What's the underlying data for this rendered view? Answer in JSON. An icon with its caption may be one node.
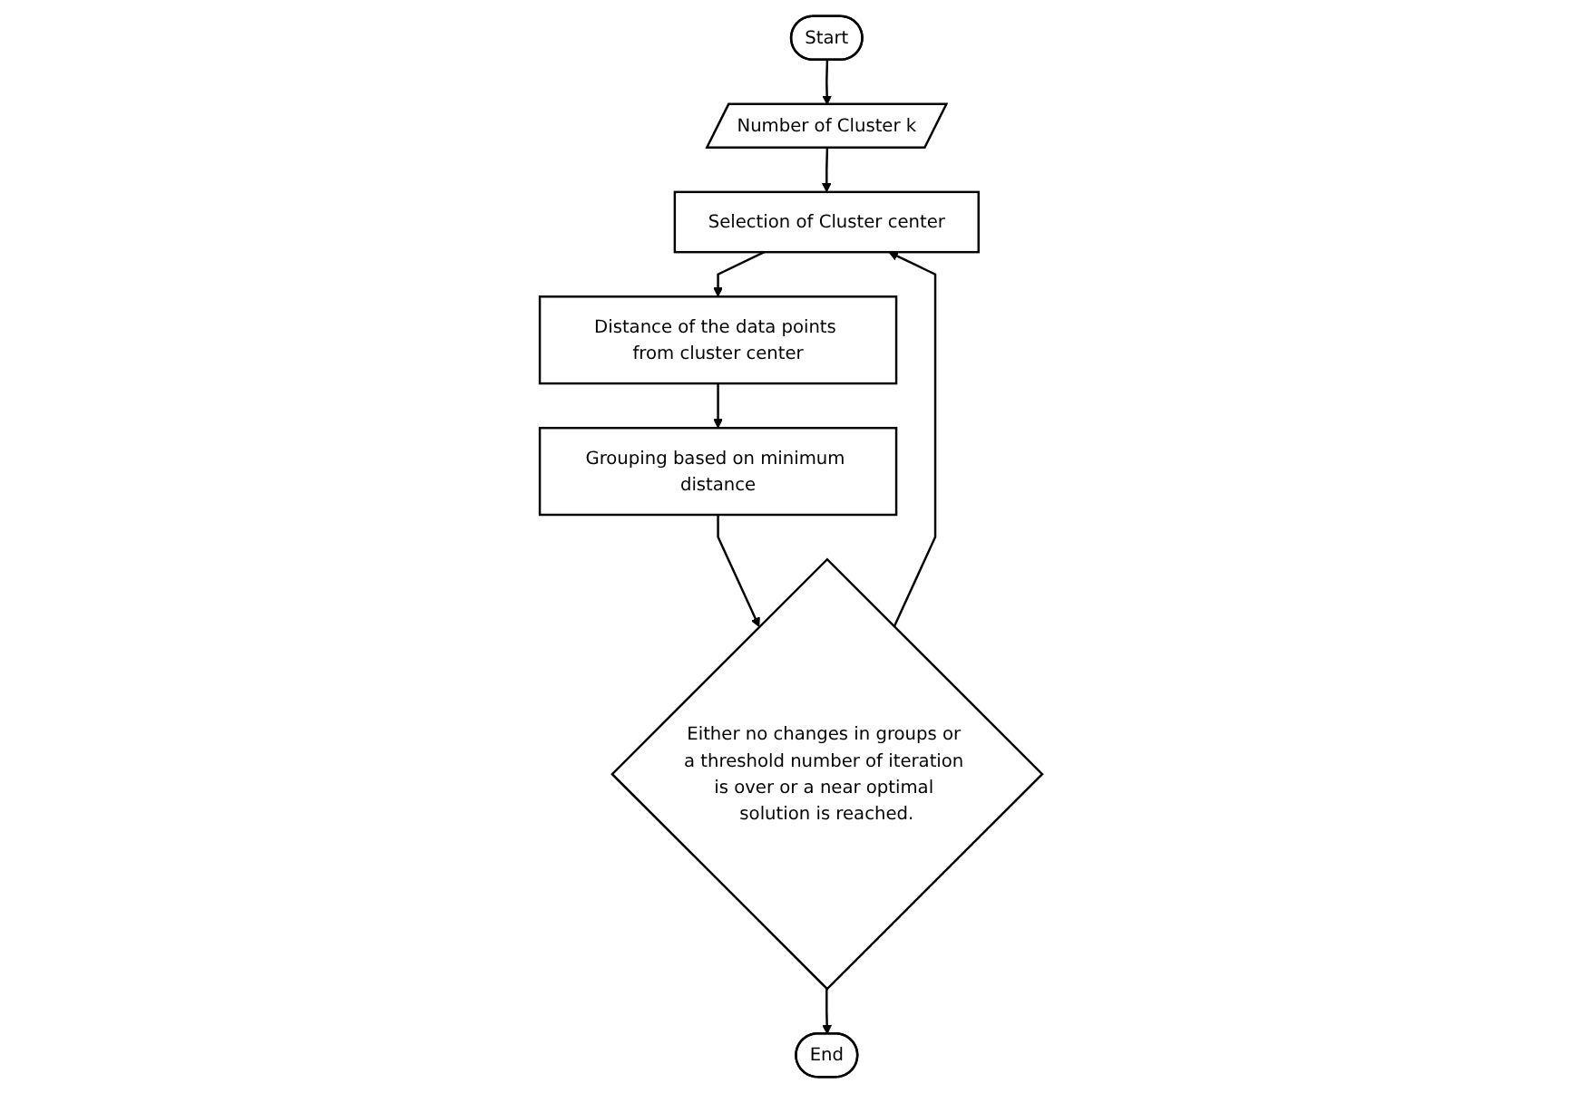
{
  "diagram": {
    "nodes": [
      {
        "text": [
          "Start"
        ]
      },
      {
        "text": [
          "Number of Cluster k"
        ]
      },
      {
        "text": [
          "Selection of Cluster center"
        ]
      },
      {
        "text": [
          "Distance of the data points from cluster center"
        ]
      },
      {
        "text": [
          "Grouping based on minimum distance"
        ]
      },
      {
        "text": [
          "Either no changes in groups or a threshold number of iteration is over or a near optimal solution is reached."
        ]
      },
      {
        "text": [
          "End"
        ]
      }
    ],
    "edges": [
      {
        "from": 0,
        "to": 1,
        "arrow": "to"
      },
      {
        "from": 1,
        "to": 2,
        "arrow": "to"
      },
      {
        "from": 2,
        "to": 3,
        "arrow": "to"
      },
      {
        "from": 3,
        "to": 4,
        "arrow": "to"
      },
      {
        "from": 4,
        "to": 5,
        "arrow": "to"
      },
      {
        "from": 5,
        "to": 2,
        "arrow": "to"
      },
      {
        "from": 5,
        "to": 6,
        "arrow": "to"
      }
    ]
  }
}
